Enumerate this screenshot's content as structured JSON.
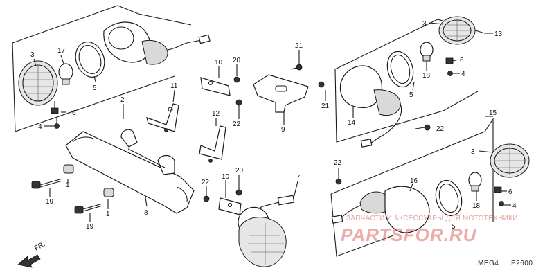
{
  "diagram": {
    "labels": [
      "1",
      "1",
      "2",
      "3",
      "3",
      "3",
      "4",
      "4",
      "4",
      "5",
      "5",
      "5",
      "6",
      "6",
      "6",
      "7",
      "8",
      "9",
      "10",
      "10",
      "11",
      "12",
      "13",
      "14",
      "15",
      "16",
      "17",
      "18",
      "18",
      "19",
      "19",
      "20",
      "20",
      "21",
      "21",
      "22",
      "22",
      "22",
      "22"
    ],
    "front_marker": "FR.",
    "code_left": "MEG4",
    "code_right": "P2600"
  },
  "watermark": {
    "tagline": "ЗАПЧАСТИ И АКСЕССУАРЫ ДЛЯ МОТОТЕХНИКИ",
    "brand": "PARTSFOR.RU"
  },
  "colors": {
    "line": "#1a1a1a",
    "watermark": "#e06868"
  }
}
